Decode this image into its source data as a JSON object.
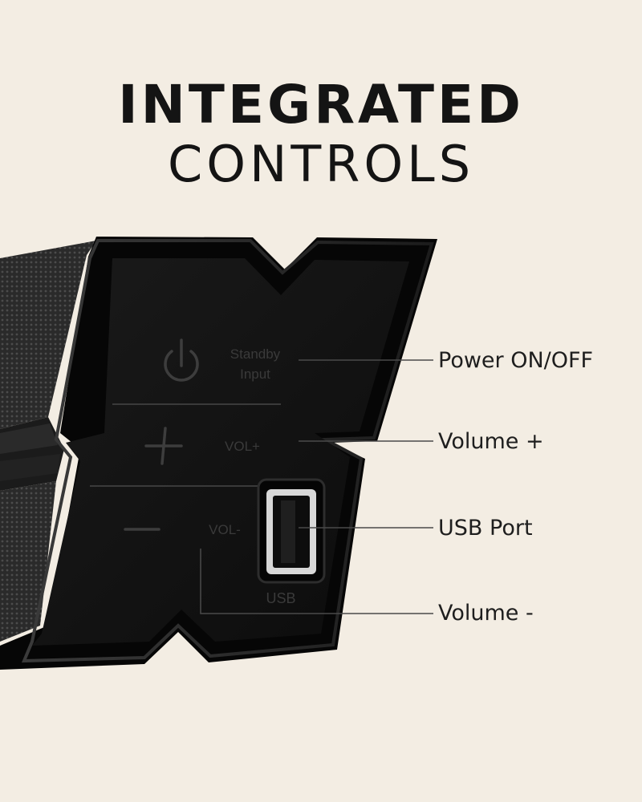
{
  "headline": {
    "line1": "INTEGRATED",
    "line2": "CONTROLS"
  },
  "device": {
    "buttons": [
      {
        "icon": "power-icon",
        "label_line1": "Standby",
        "label_line2": "Input"
      },
      {
        "icon": "plus-icon",
        "label": "VOL+"
      },
      {
        "icon": "minus-icon",
        "label": "VOL-"
      }
    ],
    "port_label": "USB"
  },
  "callouts": [
    {
      "label": "Power ON/OFF"
    },
    {
      "label": "Volume +"
    },
    {
      "label": "USB Port"
    },
    {
      "label": "Volume -"
    }
  ],
  "colors": {
    "background": "#f3ede3",
    "device_body": "#101010",
    "callout_line": "#4a4a4a"
  }
}
